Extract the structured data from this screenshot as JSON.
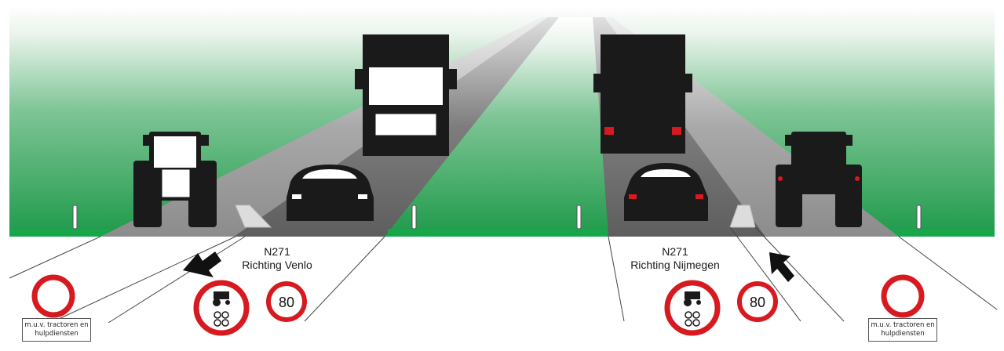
{
  "left_direction": {
    "road": "N271",
    "destination": "Richting Venlo",
    "speed_limit": "80",
    "exception_plate": [
      "m.u.v. tractoren en",
      "hulpdiensten"
    ]
  },
  "right_direction": {
    "road": "N271",
    "destination": "Richting Nijmegen",
    "speed_limit": "80",
    "exception_plate": [
      "m.u.v. tractoren en",
      "hulpdiensten"
    ]
  },
  "colors": {
    "grass_top": "#ffffff",
    "grass_bottom": "#1e9a4a",
    "verge": "#17a64a",
    "asphalt": "#9a9a9a",
    "lane": "#6f6f6f",
    "vehicle": "#1a1a1a",
    "sign_red": "#d71920"
  }
}
